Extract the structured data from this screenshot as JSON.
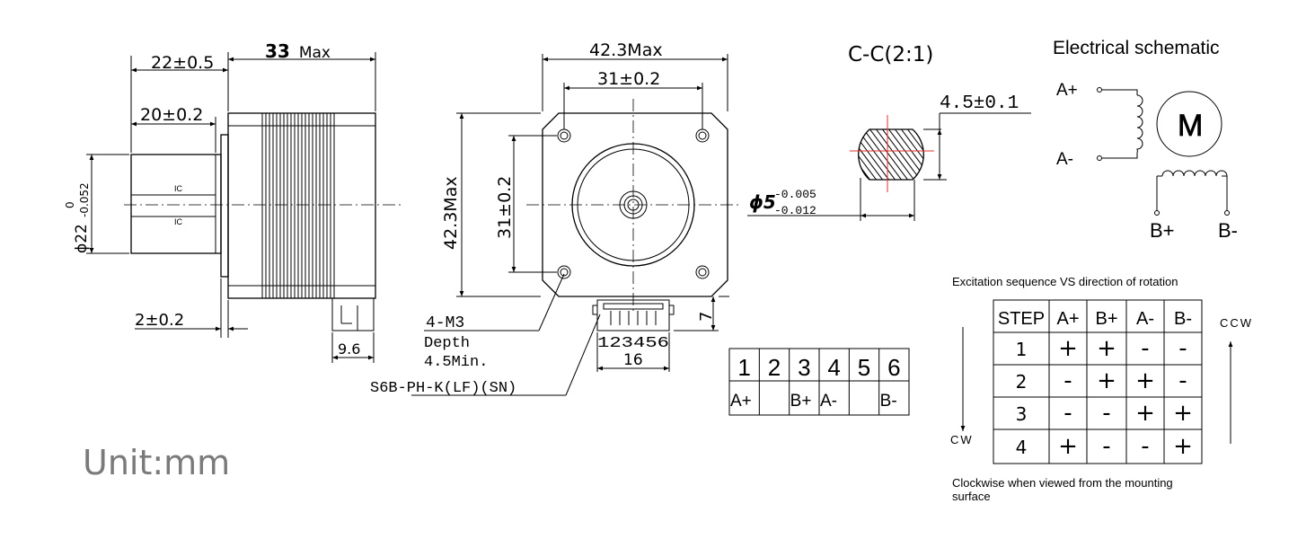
{
  "side_view": {
    "dim_shaft_len": "22±0.5",
    "dim_body_len": "33",
    "dim_body_suffix": "Max",
    "dim_flat_len": "20±0.2",
    "dim_shaft_dia": "ϕ22",
    "dim_shaft_tol_upper": "0",
    "dim_shaft_tol_lower": "-0.052",
    "ic_label_top": "IC",
    "ic_label_bottom": "IC",
    "dim_boss": "2±0.2",
    "dim_connector": "9.6"
  },
  "front_view": {
    "dim_width": "42.3Max",
    "dim_hole_pitch_h": "31±0.2",
    "dim_height": "42.3Max",
    "dim_hole_pitch_v": "31±0.2",
    "hole_note_1": "4-M3",
    "hole_note_2": "Depth",
    "hole_note_3": "4.5Min.",
    "connector_part": "S6B-PH-K(LF)(SN)",
    "pin_numbers": "123456",
    "dim_connector_width": "16",
    "dim_connector_height": "7"
  },
  "section_view": {
    "title": "C-C(2:1)",
    "dim_flat": "4.5±0.1",
    "dim_dia": "ϕ5",
    "dim_dia_tol_upper": "-0.005",
    "dim_dia_tol_lower": "-0.012"
  },
  "schematic": {
    "title": "Electrical schematic",
    "a_plus": "A+",
    "a_minus": "A-",
    "b_plus": "B+",
    "b_minus": "B-",
    "motor": "M"
  },
  "pinout": {
    "pins": [
      "1",
      "2",
      "3",
      "4",
      "5",
      "6"
    ],
    "signals": [
      "A+",
      "",
      "B+",
      "A-",
      "",
      "B-"
    ]
  },
  "excitation": {
    "title": "Excitation sequence VS direction of rotation",
    "headers": [
      "STEP",
      "A+",
      "B+",
      "A-",
      "B-"
    ],
    "rows": [
      [
        "1",
        "+",
        "+",
        "-",
        "-"
      ],
      [
        "2",
        "-",
        "+",
        "+",
        "-"
      ],
      [
        "3",
        "-",
        "-",
        "+",
        "+"
      ],
      [
        "4",
        "+",
        "-",
        "-",
        "+"
      ]
    ],
    "ccw_label": "CCW",
    "cw_label": "CW",
    "footnote_line1": "Clockwise when viewed from the mounting",
    "footnote_line2": "surface"
  },
  "unit_label": "Unit:mm"
}
